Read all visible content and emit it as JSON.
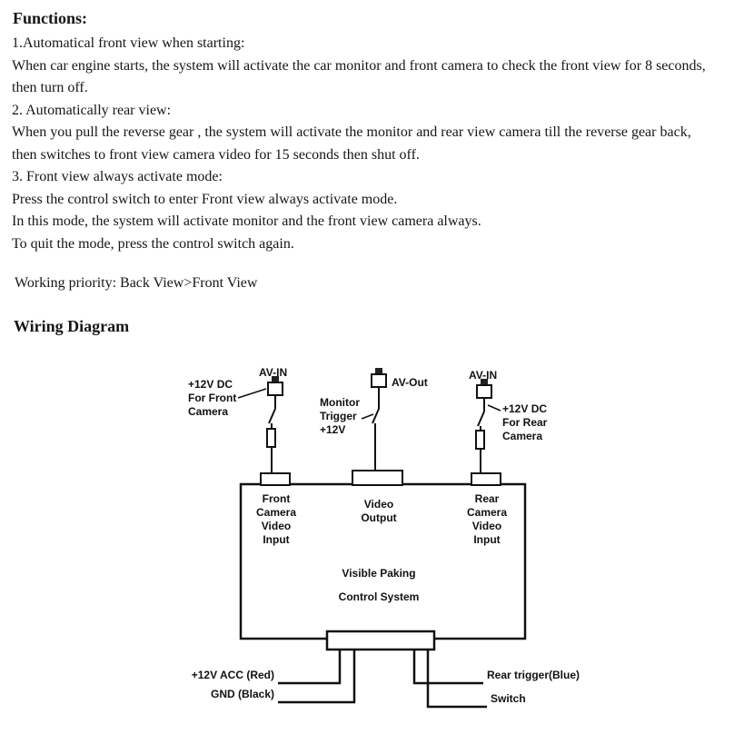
{
  "functions": {
    "heading": "Functions:",
    "lines": [
      "1.Automatical front view when starting:",
      "When car engine starts, the system will activate the car monitor and front camera to check the front view for 8 seconds,",
      "then turn off.",
      "2. Automatically rear view:",
      "When you pull the reverse gear , the system will activate the monitor and rear view camera till the reverse gear back,",
      "then switches to front view camera video for 15 seconds then shut off.",
      "3. Front view always activate mode:",
      "Press the control switch to enter Front view always activate mode.",
      "In this mode, the system will activate monitor and the front view camera always.",
      "To quit the mode, press the control switch again."
    ],
    "priority": "Working priority: Back View>Front View"
  },
  "diagram": {
    "heading": "Wiring Diagram",
    "labels": {
      "av_in_left": "AV-IN",
      "av_out": "AV-Out",
      "av_in_right": "AV-IN",
      "front_camera_supply": "+12V DC\nFor Front\nCamera",
      "monitor_trigger": "Monitor\nTrigger\n+12V",
      "rear_camera_supply": "+12V DC\nFor Rear\nCamera",
      "front_input": "Front\nCamera\nVideo\nInput",
      "video_output": "Video\nOutput",
      "rear_input": "Rear\nCamera\nVideo\nInput",
      "box_title_line1": "Visible Paking",
      "box_title_line2": "Control System",
      "acc": "+12V ACC (Red)",
      "gnd": "GND (Black)",
      "rear_trigger": "Rear trigger(Blue)",
      "switch": "Switch"
    },
    "ink_color": "#111111"
  }
}
